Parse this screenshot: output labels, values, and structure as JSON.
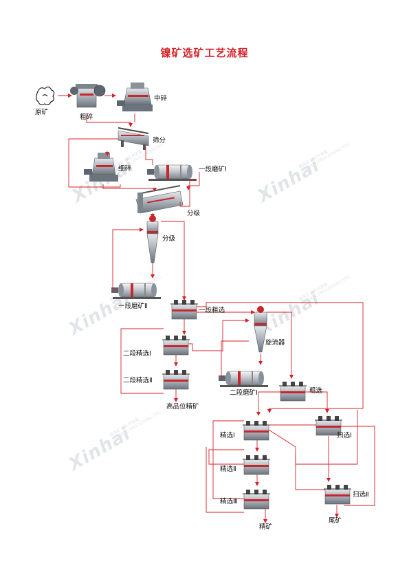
{
  "title": "镍矿选矿工艺流程",
  "labels": {
    "raw_ore": "原矿",
    "coarse_crush": "粗碎",
    "medium_crush": "中碎",
    "screening": "筛分",
    "fine_crush": "细碎",
    "ball_mill_1": "一段磨矿Ⅰ",
    "classifier": "分级",
    "hydrocyclone_classify": "分级",
    "ball_mill_2": "一段磨矿Ⅱ",
    "rougher_1": "一段粗选",
    "cleaner_2_1": "二段精选Ⅰ",
    "cleaner_2_2": "二段精选Ⅱ",
    "high_grade_conc": "高品位精矿",
    "cyclone": "旋流器",
    "regrind_mill": "二段磨矿Ⅰ",
    "rougher": "粗选",
    "cleaner_1": "精选Ⅰ",
    "cleaner_2": "精选Ⅱ",
    "cleaner_3": "精选Ⅲ",
    "scavenger_1": "扫选Ⅰ",
    "scavenger_2": "扫选Ⅱ",
    "concentrate": "精矿",
    "tailings": "尾矿"
  },
  "watermark": {
    "brand": "Xinhai",
    "cn": "鑫海矿业技术装备",
    "en": "MINERAL PROCESSING EPC"
  },
  "colors": {
    "title": "#d42027",
    "arrow": "#d42027",
    "equipment": "#6b7480",
    "accent": "#c8252c"
  }
}
